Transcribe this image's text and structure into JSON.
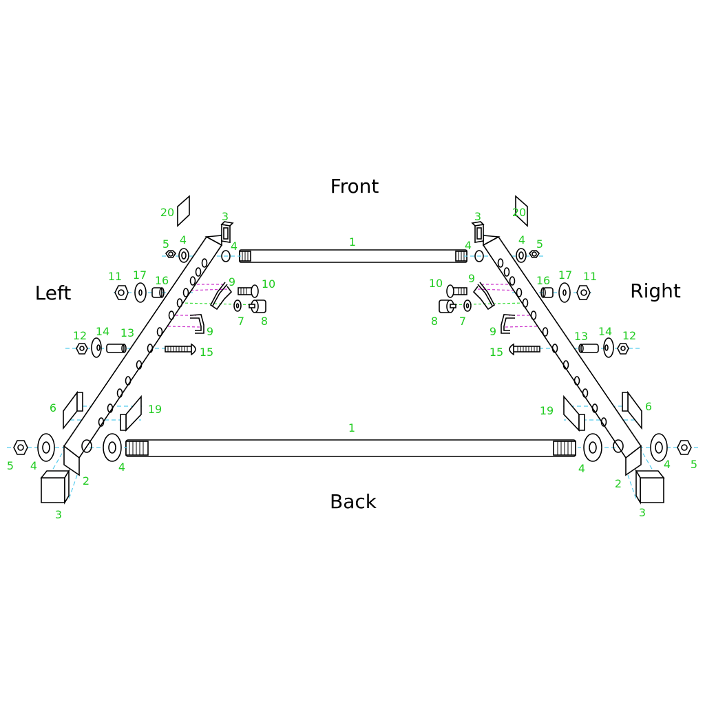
{
  "colors": {
    "label_green": "#22cc22",
    "axis_cyan": "#55ccee",
    "hook_magenta": "#cc33cc",
    "pin_green": "#33dd33",
    "outline": "#000000"
  },
  "directions": {
    "front": "Front",
    "back": "Back",
    "left": "Left",
    "right": "Right"
  },
  "left_labels": {
    "p20": "20",
    "p3_top": "3",
    "p5_top": "5",
    "p4_top_a": "4",
    "p4_top_b": "4",
    "p11": "11",
    "p17": "17",
    "p16": "16",
    "p9_a": "9",
    "p10": "10",
    "p7": "7",
    "p8": "8",
    "p9_b": "9",
    "p12": "12",
    "p14": "14",
    "p13": "13",
    "p15": "15",
    "p6": "6",
    "p19": "19",
    "p5_bot": "5",
    "p4_bot_a": "4",
    "p4_bot_b": "4",
    "p2": "2",
    "p3_bot": "3"
  },
  "right_labels": {
    "p20": "20",
    "p3_top": "3",
    "p5_top": "5",
    "p4_top_a": "4",
    "p4_top_b": "4",
    "p11": "11",
    "p17": "17",
    "p16": "16",
    "p9_a": "9",
    "p10": "10",
    "p7": "7",
    "p8": "8",
    "p9_b": "9",
    "p12": "12",
    "p14": "14",
    "p13": "13",
    "p15": "15",
    "p6": "6",
    "p19": "19",
    "p5_bot": "5",
    "p4_bot_a": "4",
    "p4_bot_b": "4",
    "p2": "2",
    "p3_bot": "3"
  },
  "tube_labels": {
    "front_tube": "1",
    "back_tube": "1"
  }
}
